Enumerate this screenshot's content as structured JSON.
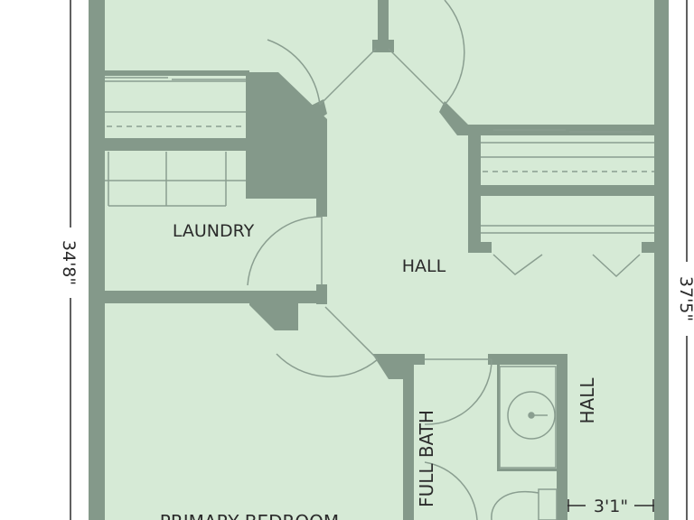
{
  "colors": {
    "floor": "#d6ead6",
    "wall": "#84998a",
    "line": "#8a9e90",
    "text": "#2b2b2b",
    "background": "#ffffff"
  },
  "rooms": {
    "laundry": "LAUNDRY",
    "hall_main": "HALL",
    "hall_side": "HALL",
    "full_bath": "FULL BATH",
    "primary_bedroom": "PRIMARY BEDROOM"
  },
  "dimensions": {
    "left_height": "34'8\"",
    "right_height": "37'5\"",
    "hall_width": "3'1\""
  }
}
